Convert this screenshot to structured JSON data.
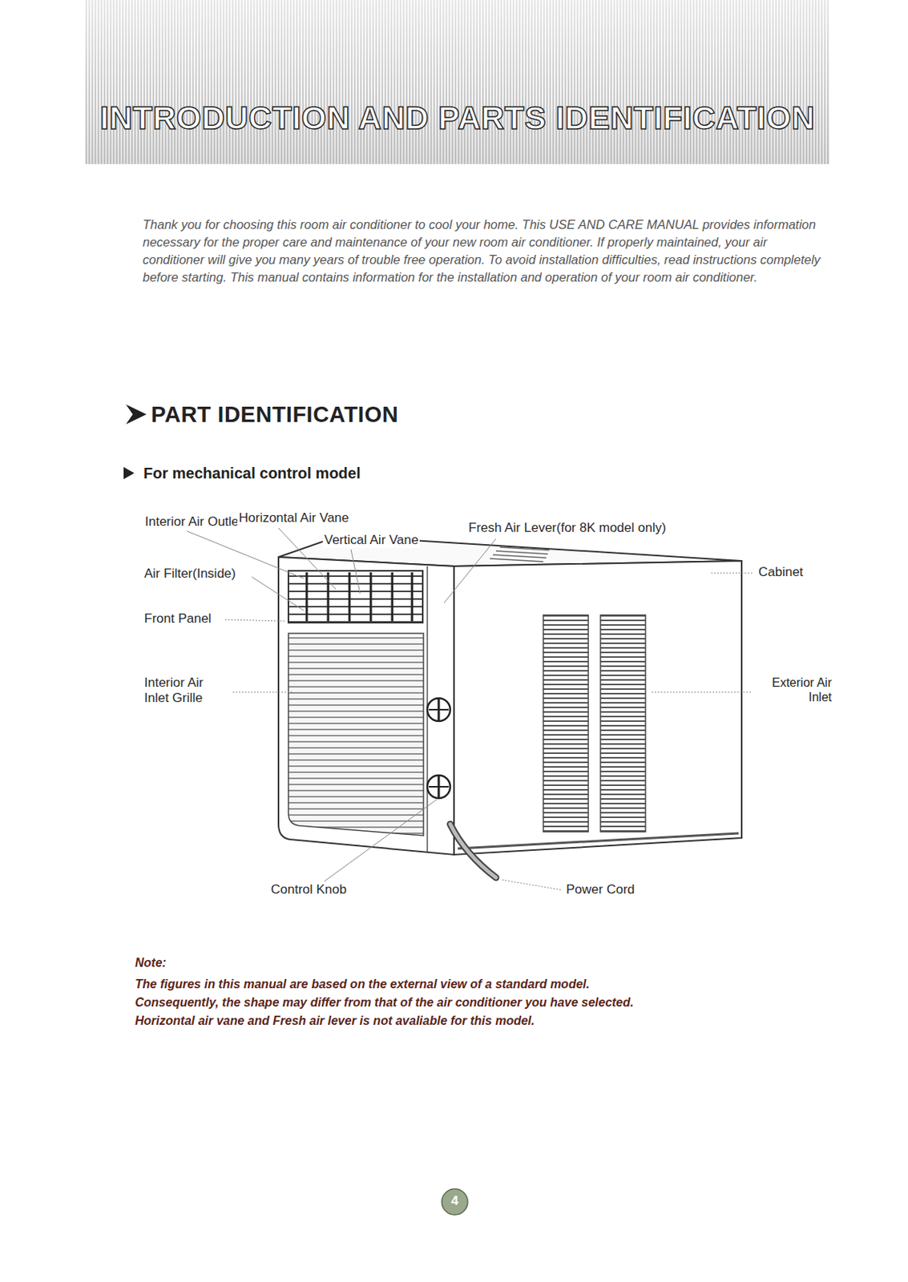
{
  "diagram": {
    "title": "INTRODUCTION AND PARTS IDENTIFICATION",
    "labels": [
      "Thank you for choosing this room air conditioner to cool your home. This USE AND CARE MANUAL provides information necessary for the proper care and maintenance of your new room air conditioner. If properly maintained, your air conditioner will give you many years of trouble free operation. To avoid installation difficulties, read instructions completely before starting. This manual contains information for the installation and operation of your room air conditioner.",
      "PART IDENTIFICATION",
      "For mechanical control model",
      "Interior Air Outlet",
      "Horizontal Air Vane",
      "Vertical Air Vane",
      "Fresh Air Lever(for 8K model only)",
      "Air Filter(Inside)",
      "Cabinet",
      "Front Panel",
      "Interior Air Inlet Grille",
      "Exterior Air Inlet",
      "Control Knob",
      "Power Cord",
      "Note:",
      "The figures in this manual are based on the external view of a standard model.",
      "Consequently, the shape may differ from that of the air conditioner you have selected.",
      "Horizontal  air vane and Fresh air lever is not avaliable for this model.",
      "4"
    ]
  }
}
